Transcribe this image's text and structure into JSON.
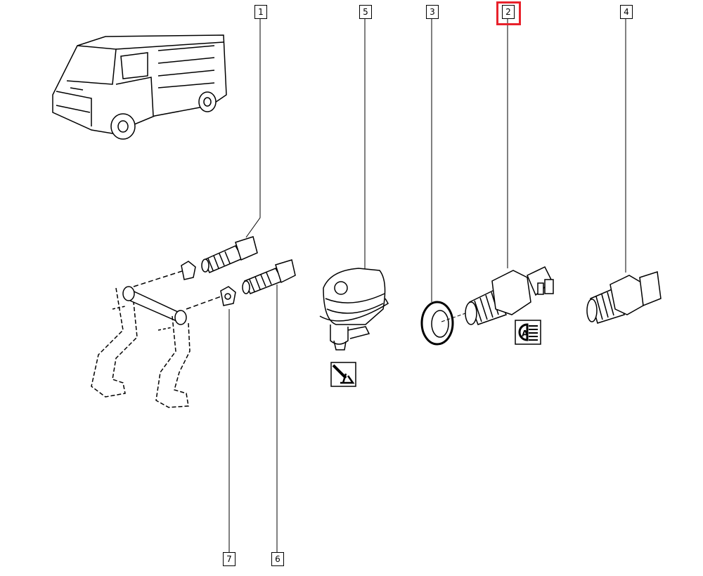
{
  "diagram": {
    "callouts": [
      {
        "id": "1",
        "label": "1"
      },
      {
        "id": "5",
        "label": "5"
      },
      {
        "id": "3",
        "label": "3"
      },
      {
        "id": "2",
        "label": "2",
        "highlighted": true
      },
      {
        "id": "4",
        "label": "4"
      },
      {
        "id": "7",
        "label": "7"
      },
      {
        "id": "6",
        "label": "6"
      }
    ],
    "highlight_color": "#e8212b",
    "icons": [
      "handbrake-icon",
      "headlight-icon",
      "van-illustration"
    ]
  }
}
